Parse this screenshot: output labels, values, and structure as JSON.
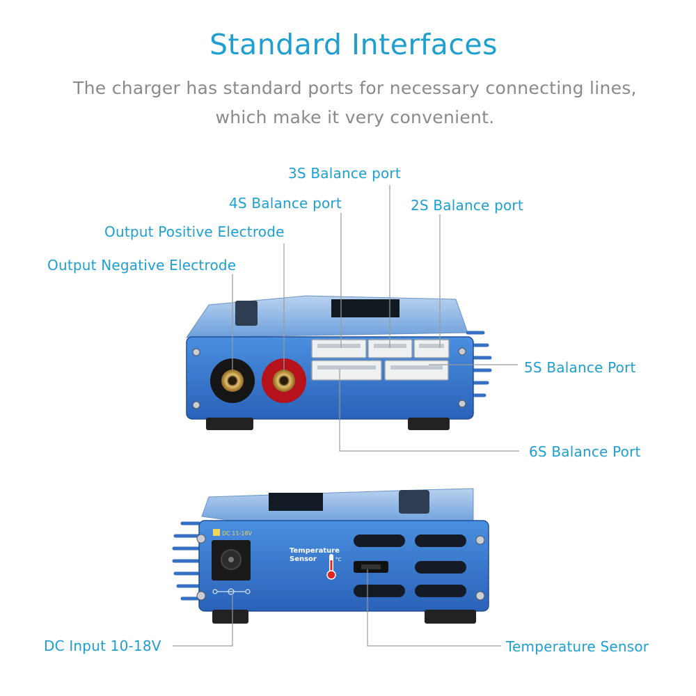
{
  "header": {
    "title": "Standard Interfaces",
    "subtitle_line1": "The charger has standard ports for necessary connecting lines,",
    "subtitle_line2": "which make it very convenient."
  },
  "front_callouts": {
    "balance_3s": "3S Balance port",
    "balance_4s": "4S Balance port",
    "balance_2s": "2S Balance port",
    "output_positive": "Output  Positive Electrode",
    "output_negative": "Output  Negative Electrode",
    "balance_5s": "5S Balance Port",
    "balance_6s": "6S Balance Port"
  },
  "back_callouts": {
    "dc_input": "DC Input 10-18V",
    "temp_sensor": "Temperature Sensor"
  },
  "device_labels": {
    "dc_rating": "DC 11-18V",
    "temp_line1": "Temperature",
    "temp_line2": "Sensor",
    "celsius": "°C"
  },
  "colors": {
    "accent": "#1e9fd2",
    "body_blue": "#2f6fc8",
    "panel_blue": "#3c82d6",
    "text_gray": "#8a8a8a"
  }
}
